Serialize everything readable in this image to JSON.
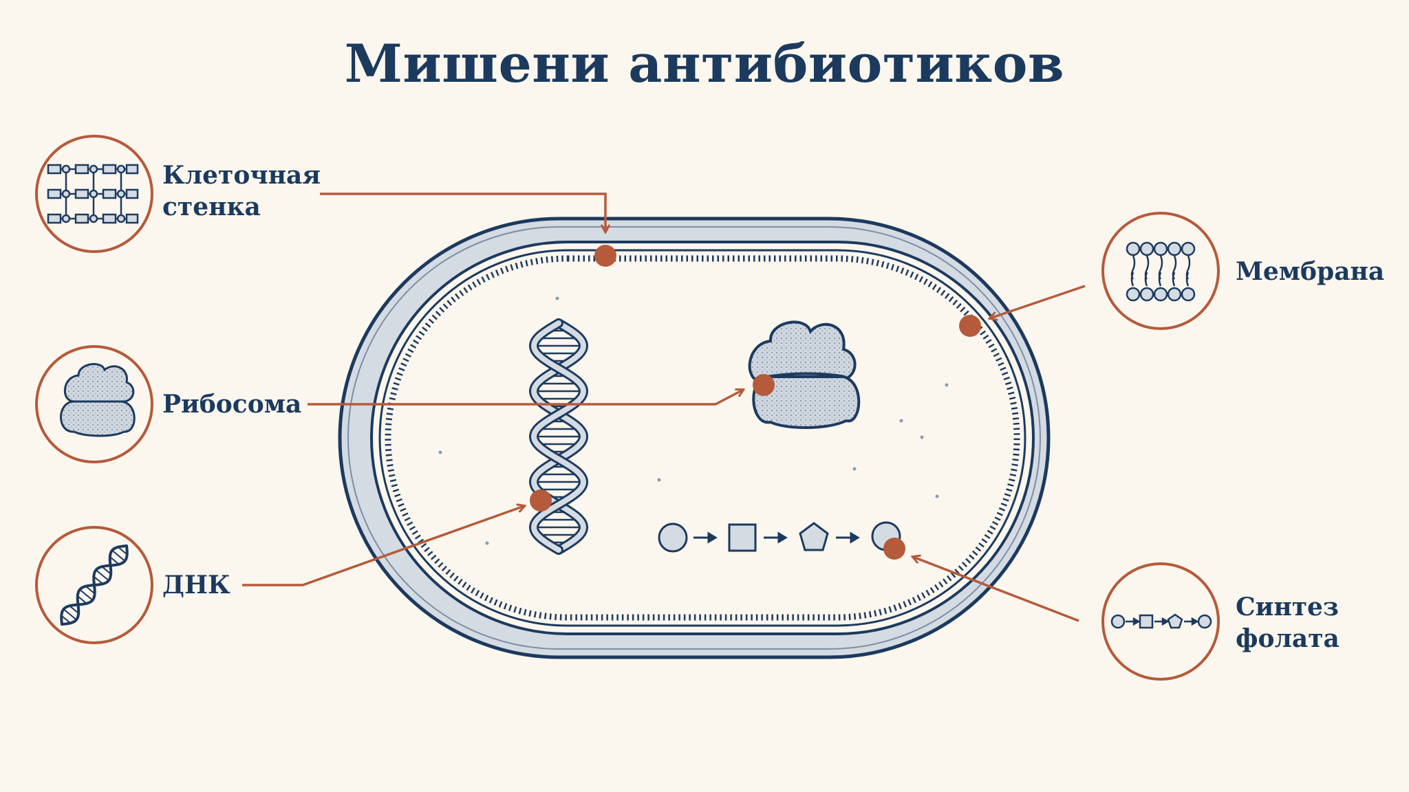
{
  "title": "Мишени антибиотиков",
  "colors": {
    "background": "#fbf6ee",
    "ink": "#1c3a5e",
    "accent": "#b55a3a",
    "fill": "#d5dbe3"
  },
  "targets": {
    "cell_wall": {
      "label_line1": "Клеточная",
      "label_line2": "стенка",
      "icon": "peptidoglycan-icon"
    },
    "ribosome": {
      "label": "Рибосома",
      "icon": "ribosome-icon"
    },
    "dna": {
      "label": "ДНК",
      "icon": "dna-icon"
    },
    "membrane": {
      "label": "Мембрана",
      "icon": "lipid-bilayer-icon"
    },
    "folate": {
      "label_line1": "Синтез",
      "label_line2": "фолата",
      "icon": "folate-pathway-icon"
    }
  }
}
